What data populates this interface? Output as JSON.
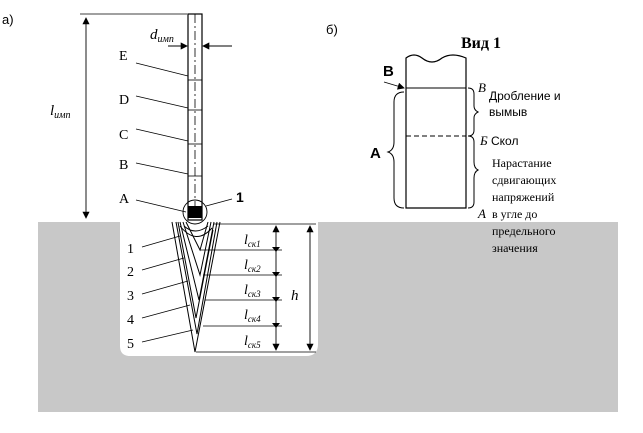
{
  "panel_a": {
    "label": "а)",
    "length_label": "l",
    "length_sub": "имп",
    "diameter_label": "d",
    "diameter_sub": "имп",
    "positions": [
      "E",
      "D",
      "C",
      "B",
      "A"
    ],
    "callout": "1",
    "crater_numbers": [
      "1",
      "2",
      "3",
      "4",
      "5"
    ],
    "depth_label": "l",
    "depth_subs": [
      "ск1",
      "ск2",
      "ск3",
      "ск4",
      "ск5"
    ],
    "h_label": "h"
  },
  "panel_b": {
    "label": "б)",
    "title": "Вид 1",
    "b_label": "В",
    "a_label": "А",
    "marker_b": "В",
    "marker_b2": "Б",
    "marker_a": "А",
    "zone_crush_line1": "Дробление и",
    "zone_crush_line2": "вымыв",
    "zone_chip": "Скол",
    "zone_growth_lines": [
      "Нарастание",
      "сдвигающих",
      "напряжений",
      "в угле  до",
      "предельного",
      "значения"
    ]
  },
  "colors": {
    "target": "#c8c8c8",
    "line": "#000000",
    "background": "#ffffff"
  }
}
